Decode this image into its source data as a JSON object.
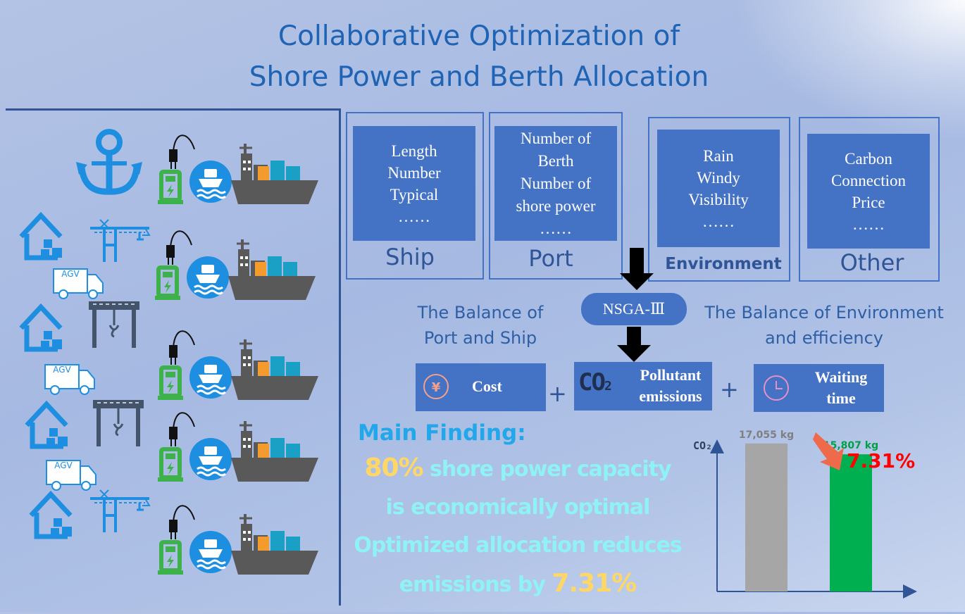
{
  "title": {
    "line1": "Collaborative Optimization of",
    "line2": "Shore Power and Berth Allocation"
  },
  "panels": [
    {
      "label": "Ship",
      "lines": [
        "Length",
        "Number",
        "Typical",
        "……"
      ]
    },
    {
      "label": "Port",
      "lines": [
        "Number of",
        "Berth",
        "Number of",
        "shore power",
        "……"
      ]
    },
    {
      "label": "Environment",
      "lines": [
        "Rain",
        "Windy",
        "Visibility",
        "……"
      ]
    },
    {
      "label": "Other",
      "lines": [
        "Carbon",
        "Connection",
        "Price",
        "……"
      ]
    }
  ],
  "algorithm": "NSGA-Ⅲ",
  "balance_left": [
    "The Balance of",
    "Port and Ship"
  ],
  "balance_right": [
    "The Balance of Environment",
    "and efficiency"
  ],
  "objectives": {
    "cost": "Cost",
    "co2_symbol": "CO",
    "co2_sub": "2",
    "pollutant": [
      "Pollutant",
      "emissions"
    ],
    "waiting": [
      "Waiting",
      "time"
    ],
    "plus": "+",
    "yen": "¥"
  },
  "finding": {
    "heading": "Main Finding:",
    "pct1": "80%",
    "line1_rest": " shore power capacity",
    "line2": "is economically optimal",
    "line3": "Optimized allocation reduces",
    "line4_pre": "emissions by ",
    "pct2": "7.31%"
  },
  "agv_label": "AGV",
  "chart_data": {
    "type": "bar",
    "ylabel": "CO₂",
    "categories": [
      "",
      ""
    ],
    "values": [
      17055,
      15807
    ],
    "value_labels": [
      "17,055 kg",
      "15,807 kg"
    ],
    "colors": [
      "#a6a6a6",
      "#00b050"
    ],
    "ylim": [
      0,
      18500
    ],
    "reduction_label": "7.31%",
    "reduction_color": "#ff0000",
    "arrow_color": "#ef6a4a"
  },
  "colors": {
    "accent_blue": "#4472c4",
    "dark_blue": "#2f5597",
    "icon_blue": "#1e8fe0",
    "green": "#3db24a",
    "ship_gray": "#595959"
  }
}
